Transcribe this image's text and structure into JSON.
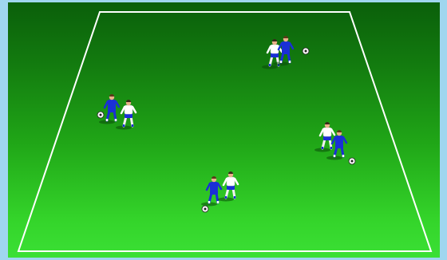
{
  "diagram": {
    "type": "soccer-drill-field",
    "colors": {
      "border": "#9fd6ef",
      "field_top": "#0a5f0a",
      "field_bottom": "#3be035",
      "line": "#ffffff",
      "team_a_shirt": "#1a2fd6",
      "team_b_shirt": "#ffffff",
      "ball": "#ffffff"
    },
    "groups": [
      {
        "name": "top-right-pair",
        "players": [
          "team-a",
          "team-b"
        ],
        "ball": true
      },
      {
        "name": "left-pair",
        "players": [
          "team-a",
          "team-b"
        ],
        "ball": true
      },
      {
        "name": "right-pair",
        "players": [
          "team-b",
          "team-a"
        ],
        "ball": true
      },
      {
        "name": "bottom-center-pair",
        "players": [
          "team-a",
          "team-b"
        ],
        "ball": true
      }
    ]
  }
}
